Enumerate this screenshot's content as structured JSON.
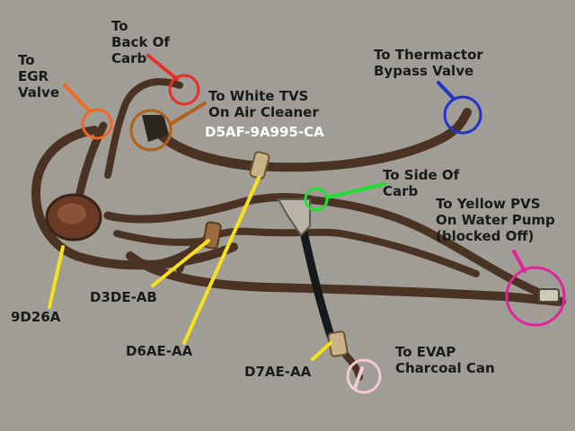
{
  "colors": {
    "background": "#9a9890",
    "hose": "#4b3324",
    "red": "#e53025",
    "orange": "#ee6a25",
    "brown": "#b0621a",
    "blue": "#2233cc",
    "green": "#22dd33",
    "magenta": "#e0259a",
    "yellow": "#f7e21a",
    "pink": "#f4c8d4",
    "black": "#111111"
  },
  "labels": {
    "egr": "To\nEGR\nValve",
    "back_carb": "To\nBack Of\nCarb",
    "white_tvs_prefix": "To White",
    "white_tvs_suffix": "TVS",
    "white_tvs_line2": "On Air Cleaner",
    "d5af": "D5AF-9A995-CA",
    "thermactor": "To Thermactor\nBypass Valve",
    "side_carb": "To Side Of\nCarb",
    "yellow_pvs": "To Yellow PVS\nOn Water Pump\n(blocked Off)",
    "p9d26a": "9D26A",
    "d3de": "D3DE-AB",
    "d6ae": "D6AE-AA",
    "d7ae": "D7AE-AA",
    "evap": "To EVAP\nCharcoal Can"
  }
}
